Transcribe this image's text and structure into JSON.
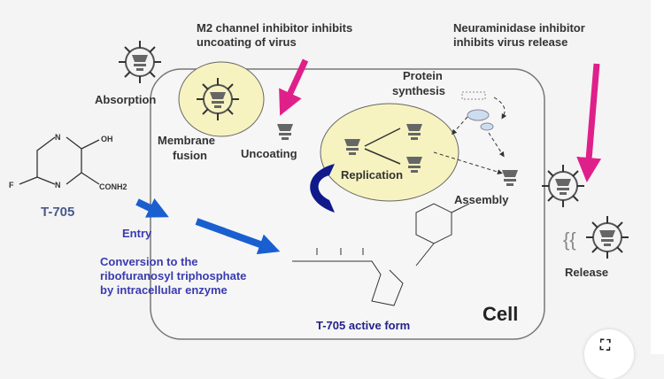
{
  "annotations": {
    "m2_line1": "M2 channel inhibitor inhibits",
    "m2_line2": "uncoating of virus",
    "na_line1": "Neuraminidase inhibitor",
    "na_line2": "inhibits virus release"
  },
  "stages": {
    "absorption": "Absorption",
    "membrane_fusion_1": "Membrane",
    "membrane_fusion_2": "fusion",
    "uncoating": "Uncoating",
    "protein_1": "Protein",
    "protein_2": "synthesis",
    "replication": "Replication",
    "assembly": "Assembly",
    "release": "Release",
    "cell": "Cell"
  },
  "drug": {
    "name": "T-705",
    "entry": "Entry",
    "conversion_1": "Conversion to the",
    "conversion_2": "ribofuranosyl triphosphate",
    "conversion_3": "by intracellular enzyme",
    "active_form": "T-705 active form",
    "atoms": {
      "n1": "N",
      "n2": "N",
      "oh": "OH",
      "f": "F",
      "conh2": "CONH2"
    }
  },
  "colors": {
    "inhibitor_arrow": "#e0208a",
    "drug_arrow": "#1a5fd0",
    "replication_arrow": "#101a8a",
    "nucleus_fill": "#f6f3c0"
  },
  "controls": {
    "expand_icon": "expand-icon"
  }
}
